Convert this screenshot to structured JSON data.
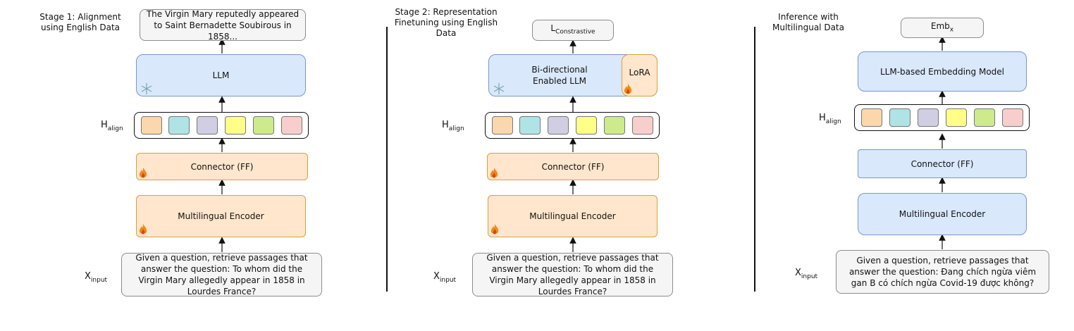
{
  "stage1": {
    "title_line1": "Stage 1:  Alignment",
    "title_line2": "using English Data",
    "output": "The Virgin Mary reputedly appeared to Saint Bernadette Soubirous in 1858...",
    "llm": "LLM",
    "halign_main": "H",
    "halign_sub": "align",
    "connector": "Connector (FF)",
    "encoder": "Multilingual Encoder",
    "input_main": "X",
    "input_sub": "input",
    "input_text": "Given a question, retrieve passages that answer the question: To whom did the Virgin Mary allegedly appear in 1858 in Lourdes France?"
  },
  "stage2": {
    "title_line1": "Stage 2: Representation",
    "title_line2": "Finetuning using English",
    "title_line3": "Data",
    "loss_main": "L",
    "loss_sub": "Constrastive",
    "llm": "Bi-directional Enabled LLM",
    "lora": "LoRA",
    "halign_main": "H",
    "halign_sub": "align",
    "connector": "Connector (FF)",
    "encoder": "Multilingual Encoder",
    "input_main": "X",
    "input_sub": "input",
    "input_text": "Given a question, retrieve passages that answer the question: To whom did the Virgin Mary allegedly appear in 1858 in Lourdes France?"
  },
  "stage3": {
    "title_line1": "Inference with",
    "title_line2": "Multilingual Data",
    "emb_main": "Emb",
    "emb_sub": "x",
    "model": "LLM-based Embedding Model",
    "halign_main": "H",
    "halign_sub": "align",
    "connector": "Connector (FF)",
    "encoder": "Multilingual Encoder",
    "input_main": "X",
    "input_sub": "input",
    "input_text": "Given a question, retrieve passages that answer the question: Đang chích ngừa viêm gan B có chích ngừa Covid-19 được không?"
  },
  "colors": {
    "token_colors": [
      "#fad7ac",
      "#b0e3e6",
      "#d0cee2",
      "#ffff88",
      "#cdeb8b",
      "#f8cecc"
    ],
    "blue_fill": "#dae8fc",
    "orange_fill": "#ffe6cc",
    "gray_fill": "#f5f5f5"
  },
  "icons": {
    "frozen": "snowflake-icon",
    "trainable": "fire-icon"
  }
}
